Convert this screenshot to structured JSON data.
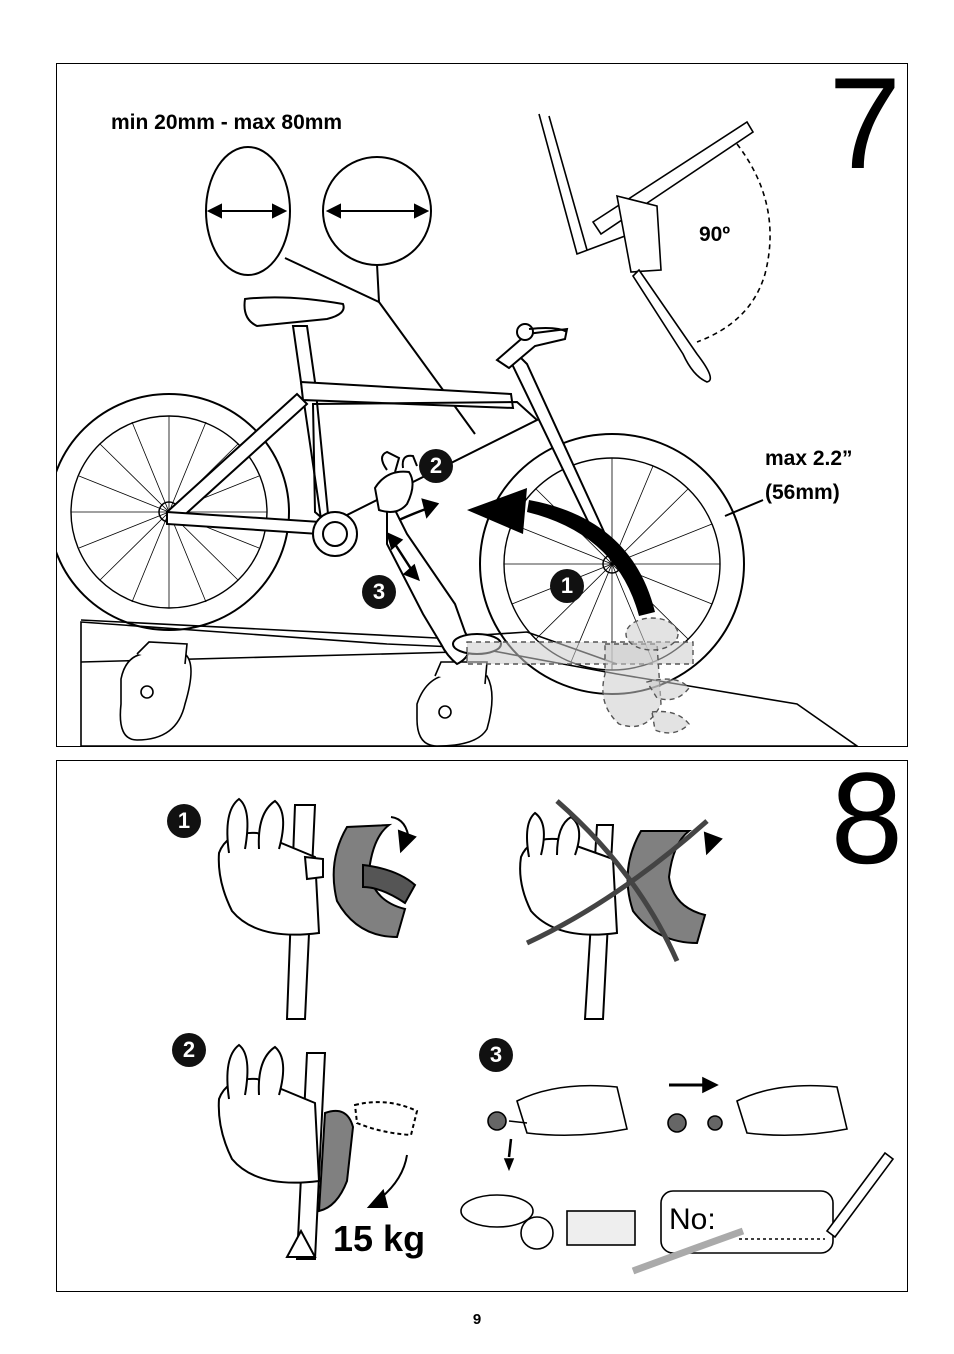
{
  "steps": {
    "step7": {
      "number": "7",
      "diameter_label": "min 20mm - max 80mm",
      "angle_label": "90º",
      "tyre_label_line1": "max  2.2”",
      "tyre_label_line2": "(56mm)",
      "badges": [
        "1",
        "2",
        "3"
      ]
    },
    "step8": {
      "number": "8",
      "badges": [
        "1",
        "2",
        "3"
      ],
      "weight_label": "15 kg",
      "record_label": "No:"
    }
  },
  "page": {
    "number": "9"
  }
}
